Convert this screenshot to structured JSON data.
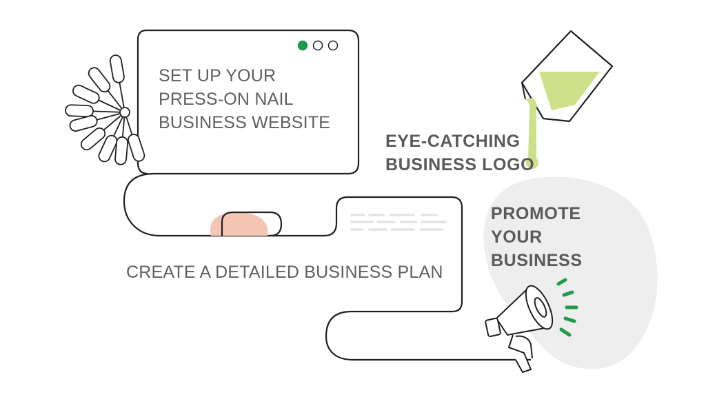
{
  "steps": {
    "website": {
      "lines": [
        "SET UP YOUR",
        "PRESS-ON NAIL",
        "BUSINESS WEBSITE"
      ]
    },
    "logo": {
      "lines": [
        "EYE-CATCHING",
        "BUSINESS LOGO"
      ]
    },
    "plan": {
      "text": "CREATE A DETAILED BUSINESS PLAN"
    },
    "promote": {
      "lines": [
        "PROMOTE",
        "YOUR",
        "BUSINESS"
      ]
    }
  },
  "colors": {
    "line": "#1f1f1f",
    "text": "#5f5f5f",
    "green": "#1e9a4a",
    "lime": "#cfe08a",
    "peach": "#f6c6b4",
    "blob": "#eeeeee",
    "placeholder": "#e4e4e4"
  },
  "icons": {
    "browser_dots": [
      "browser-dot-active-icon",
      "browser-dot-icon",
      "browser-dot-icon"
    ],
    "decor": [
      "nail-fan-icon",
      "nail-polish-bottle-icon",
      "nail-tip-icon",
      "megaphone-icon",
      "sound-waves-icon"
    ]
  }
}
